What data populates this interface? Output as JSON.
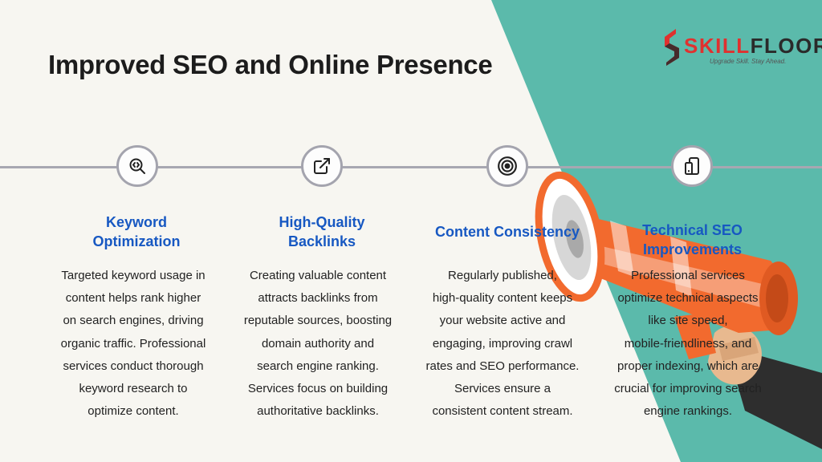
{
  "slide": {
    "title": "Improved SEO and Online Presence"
  },
  "logo": {
    "word_skill": "SKILL",
    "word_floor": "FLOOR",
    "tagline": "Upgrade Skill. Stay Ahead."
  },
  "colors": {
    "background": "#f7f6f1",
    "teal": "#5bbaab",
    "heading_blue": "#1758c2",
    "brand_red": "#e0312f",
    "megaphone_orange": "#f26a2e"
  },
  "columns": [
    {
      "icon": "search-code-icon",
      "title": [
        "Keyword",
        "Optimization"
      ],
      "body": [
        "Targeted keyword usage in",
        "content helps rank higher",
        "on search engines, driving",
        "organic traffic. Professional",
        "services conduct thorough",
        "keyword research to",
        "optimize content."
      ]
    },
    {
      "icon": "external-link-icon",
      "title": [
        "High-Quality",
        "Backlinks"
      ],
      "body": [
        "Creating valuable content",
        "attracts backlinks from",
        "reputable sources, boosting",
        "domain authority and",
        "search engine ranking.",
        "Services focus on building",
        "authoritative backlinks."
      ]
    },
    {
      "icon": "target-icon",
      "title": [
        "Content Consistency"
      ],
      "body": [
        "Regularly published,",
        "high-quality content keeps",
        "your website active and",
        "engaging, improving crawl",
        "rates and SEO performance.",
        "Services ensure a",
        "consistent content stream."
      ]
    },
    {
      "icon": "responsive-devices-icon",
      "title": [
        "Technical SEO",
        "Improvements"
      ],
      "body": [
        "Professional services",
        "optimize technical aspects",
        "like site speed,",
        "mobile-friendliness, and",
        "proper indexing, which are",
        "crucial for improving search",
        "engine rankings."
      ]
    }
  ]
}
